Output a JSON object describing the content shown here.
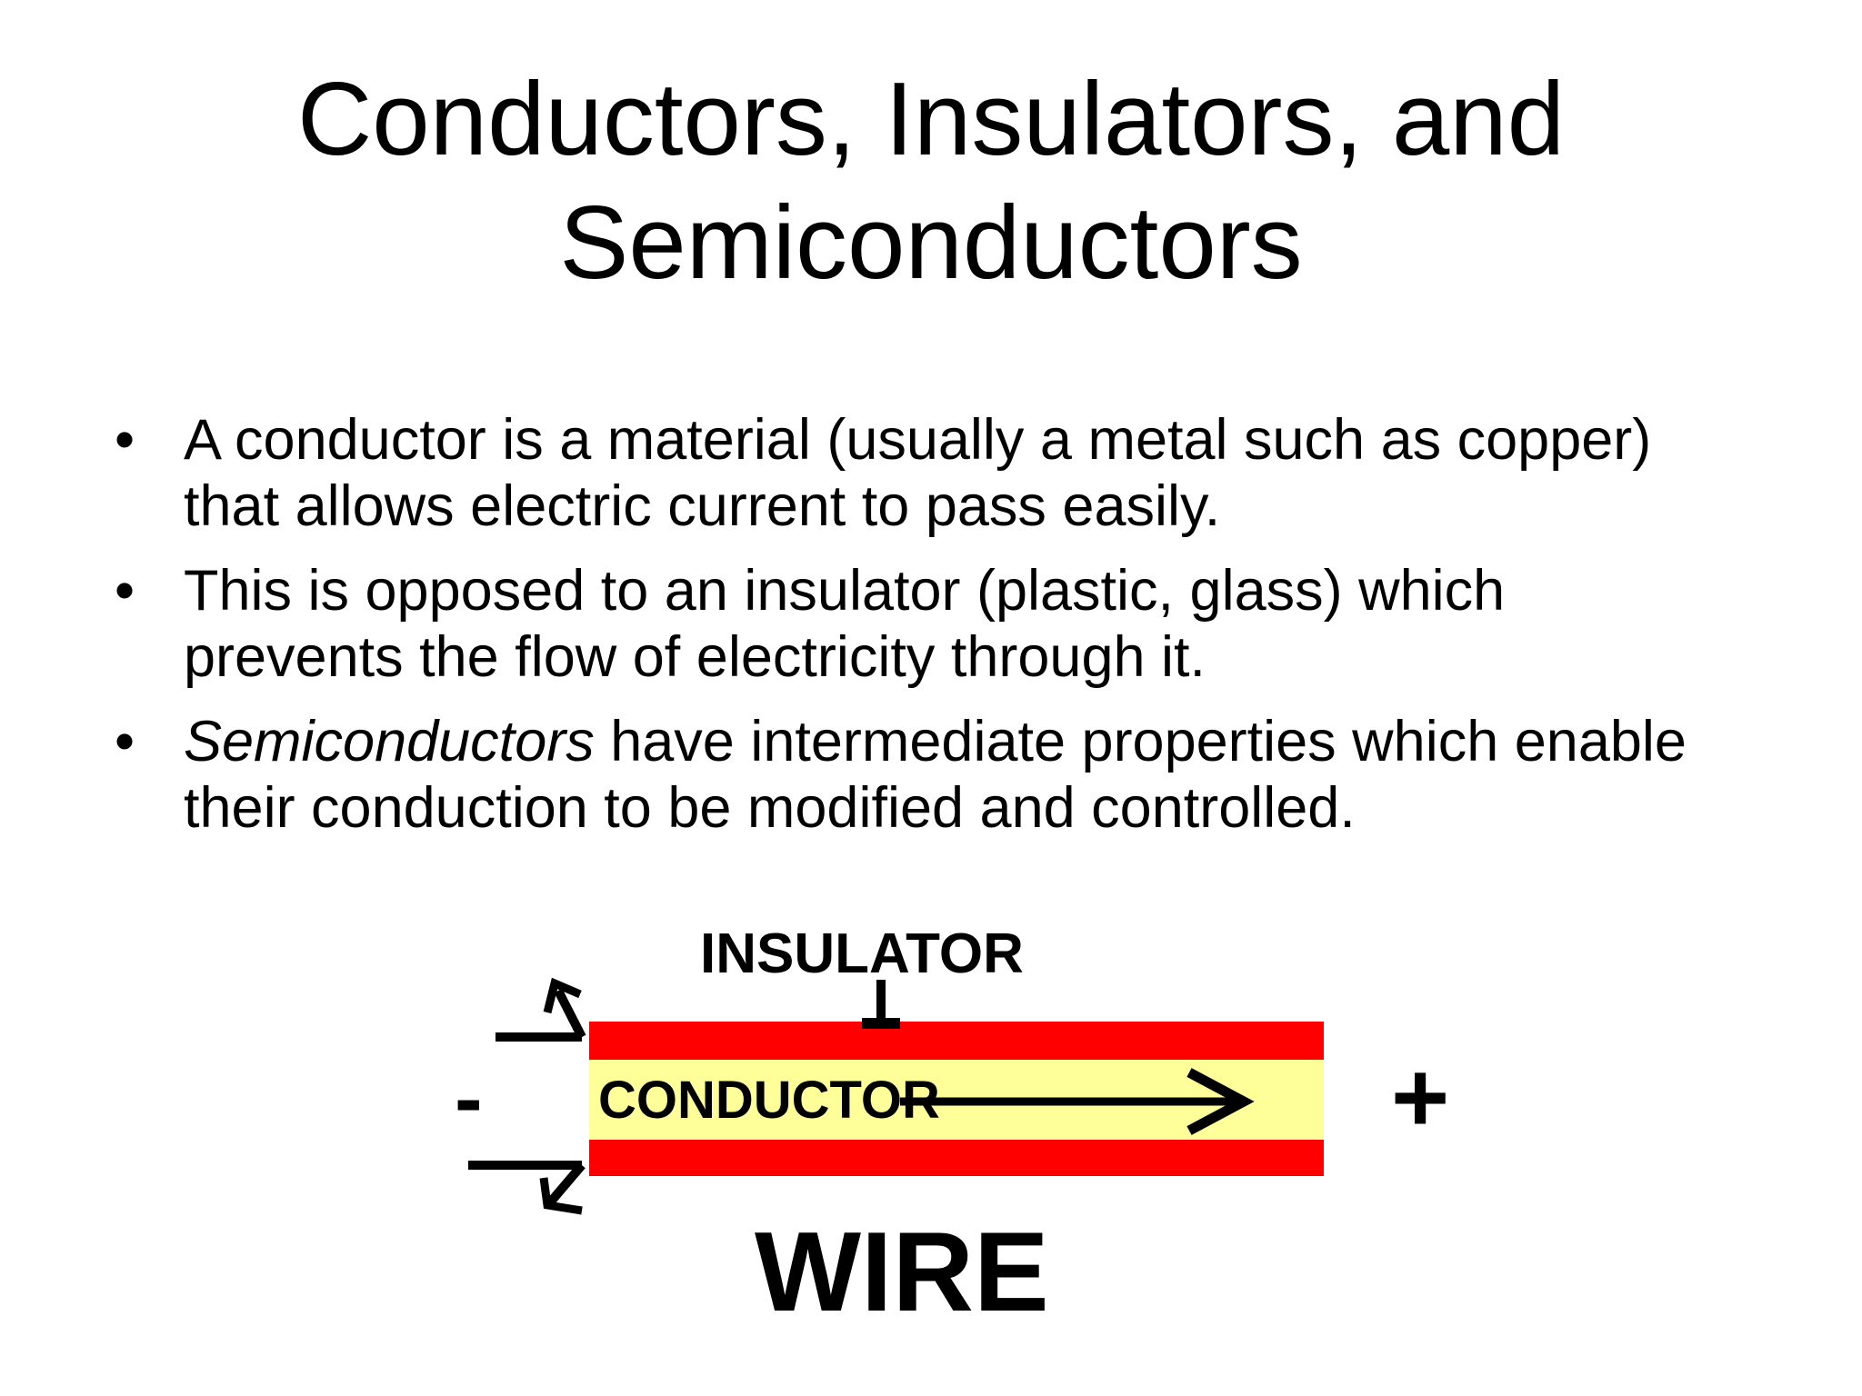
{
  "slide": {
    "title_line1": "Conductors, Insulators, and",
    "title_line2": "Semiconductors",
    "bullet_glyph": "•",
    "bullets": [
      {
        "text": "A conductor is a material (usually a metal such as copper) that allows electric current to pass easily."
      },
      {
        "text": "This is opposed to an insulator (plastic, glass) which prevents the flow of electricity through it."
      },
      {
        "italic": "Semiconductors",
        "text": " have intermediate properties which enable their conduction to be modified and controlled."
      }
    ]
  },
  "diagram": {
    "insulator_label": "INSULATOR",
    "conductor_label": "CONDUCTOR",
    "wire_label": "WIRE",
    "minus_label": "-",
    "plus_label": "+",
    "colors": {
      "insulator": "#ff0000",
      "conductor": "#ffff99",
      "ink": "#000000"
    }
  }
}
